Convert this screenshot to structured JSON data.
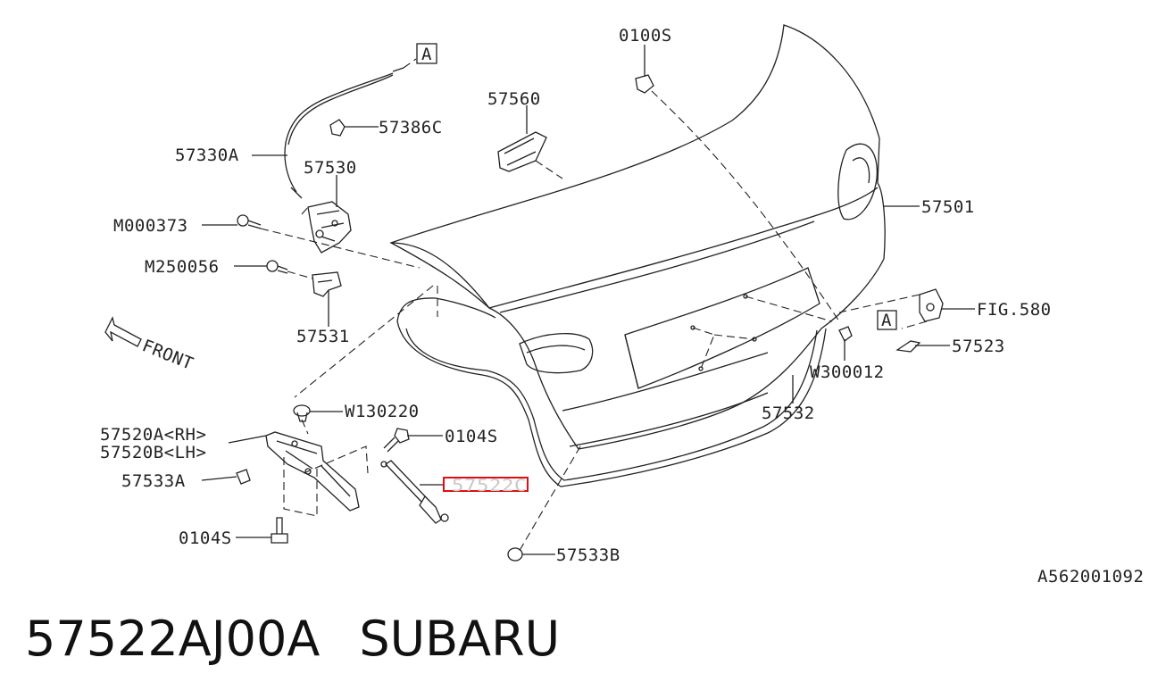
{
  "diagram": {
    "callouts": [
      {
        "id": "c-0100s-top",
        "text": "0100S"
      },
      {
        "id": "c-57560",
        "text": "57560"
      },
      {
        "id": "c-57386c",
        "text": "57386C"
      },
      {
        "id": "c-57330a",
        "text": "57330A"
      },
      {
        "id": "c-57530",
        "text": "57530"
      },
      {
        "id": "c-m000373",
        "text": "M000373"
      },
      {
        "id": "c-m250056",
        "text": "M250056"
      },
      {
        "id": "c-57531",
        "text": "57531"
      },
      {
        "id": "c-57501",
        "text": "57501"
      },
      {
        "id": "c-fig580",
        "text": "FIG.580"
      },
      {
        "id": "c-57523",
        "text": "57523"
      },
      {
        "id": "c-w300012",
        "text": "W300012"
      },
      {
        "id": "c-57532",
        "text": "57532"
      },
      {
        "id": "c-w130220",
        "text": "W130220"
      },
      {
        "id": "c-57520a",
        "text": "57520A<RH>"
      },
      {
        "id": "c-57520b",
        "text": "57520B<LH>"
      },
      {
        "id": "c-0104s-right",
        "text": "0104S"
      },
      {
        "id": "c-57533a",
        "text": "57533A"
      },
      {
        "id": "c-57522c",
        "text": "57522C"
      },
      {
        "id": "c-0104s-left",
        "text": "0104S"
      },
      {
        "id": "c-57533b",
        "text": "57533B"
      }
    ],
    "ref_marker_a": "A",
    "front_label": "FRONT",
    "drawing_code": "A562001092",
    "highlight_color": "#e01010"
  },
  "footer": {
    "part_number": "57522AJ00A",
    "brand": "SUBARU"
  }
}
